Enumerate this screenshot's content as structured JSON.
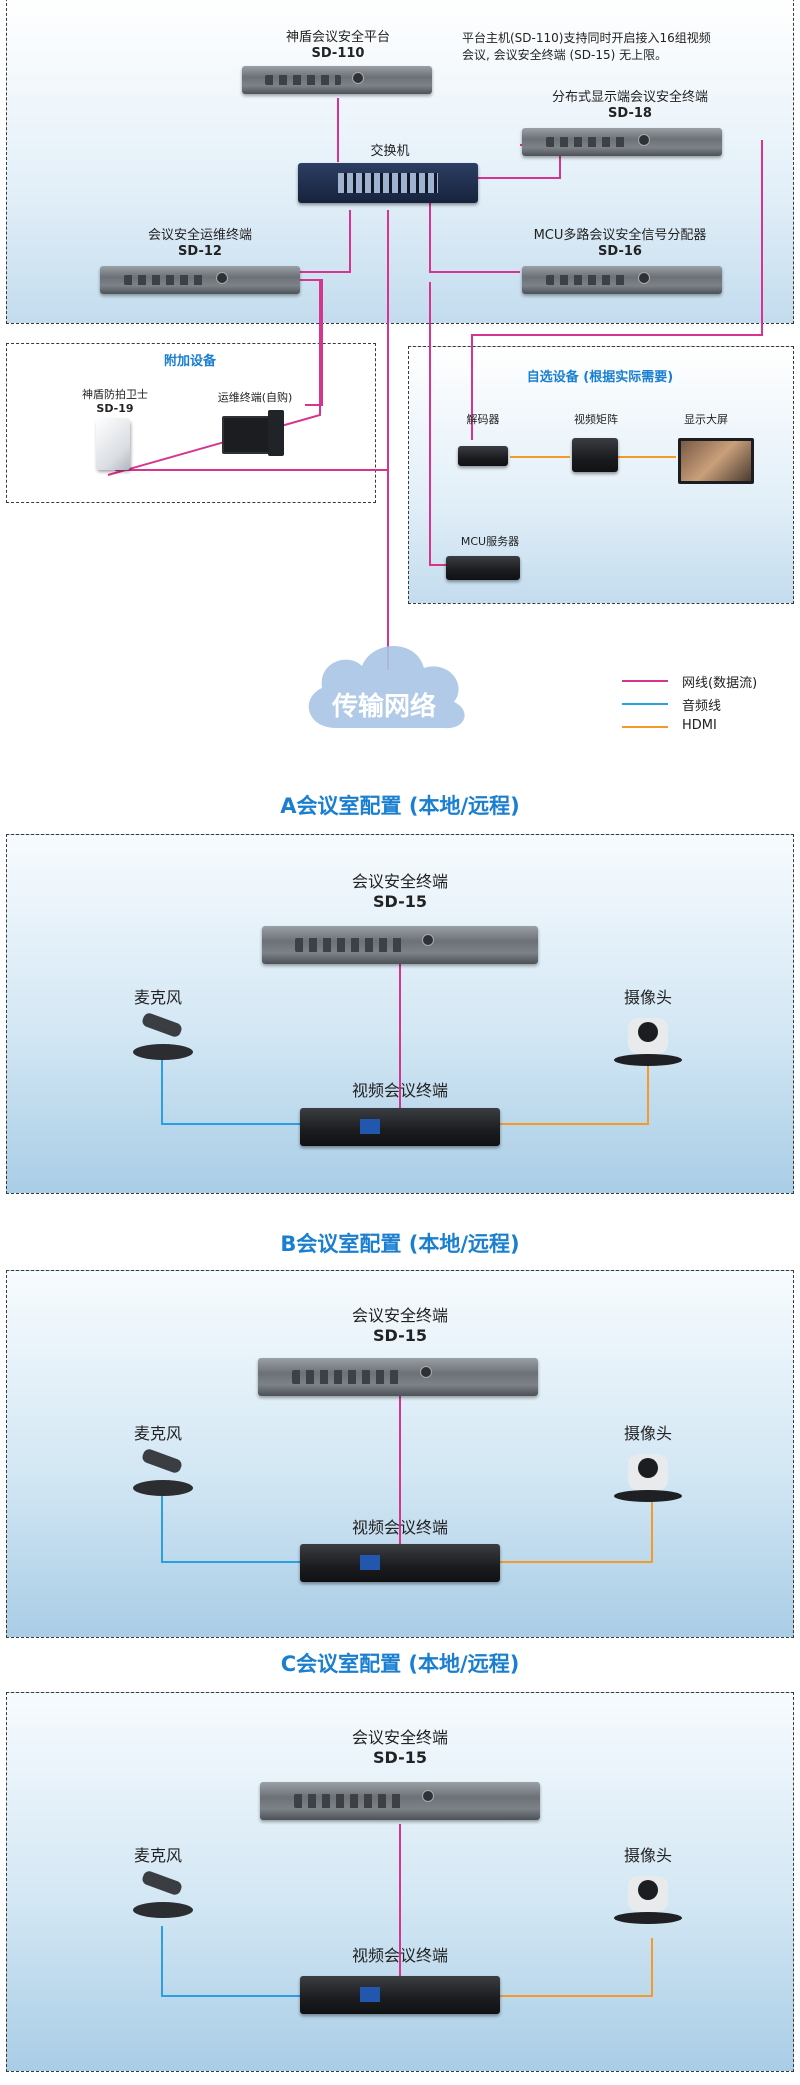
{
  "top": {
    "platform": {
      "name": "神盾会议安全平台",
      "model": "SD-110"
    },
    "note": "平台主机(SD-110)支持同时开启接入16组视频会议, 会议安全终端 (SD-15) 无上限。",
    "switch_label": "交换机",
    "display_terminal": {
      "name": "分布式显示端会议安全终端",
      "model": "SD-18"
    },
    "ops_terminal": {
      "name": "会议安全运维终端",
      "model": "SD-12"
    },
    "mcu_splitter": {
      "name": "MCU多路会议安全信号分配器",
      "model": "SD-16"
    }
  },
  "addon": {
    "title": "附加设备",
    "guard": {
      "name": "神盾防拍卫士",
      "model": "SD-19"
    },
    "ops_pc": "运维终端(自购)"
  },
  "optional": {
    "title": "自选设备 (根据实际需要)",
    "decoder": "解码器",
    "matrix": "视频矩阵",
    "screen": "显示大屏",
    "mcu_server": "MCU服务器"
  },
  "network_label": "传输网络",
  "legend": [
    {
      "label": "网线(数据流)",
      "color": "#d6358f"
    },
    {
      "label": "音频线",
      "color": "#2a9fe6"
    },
    {
      "label": "HDMI",
      "color": "#f39a2b"
    }
  ],
  "rooms": [
    {
      "title": "A会议室配置 (本地/远程)",
      "terminal": "会议安全终端",
      "model": "SD-15",
      "mic": "麦克风",
      "camera": "摄像头",
      "video": "视频会议终端"
    },
    {
      "title": "B会议室配置 (本地/远程)",
      "terminal": "会议安全终端",
      "model": "SD-15",
      "mic": "麦克风",
      "camera": "摄像头",
      "video": "视频会议终端"
    },
    {
      "title": "C会议室配置 (本地/远程)",
      "terminal": "会议安全终端",
      "model": "SD-15",
      "mic": "麦克风",
      "camera": "摄像头",
      "video": "视频会议终端"
    }
  ]
}
